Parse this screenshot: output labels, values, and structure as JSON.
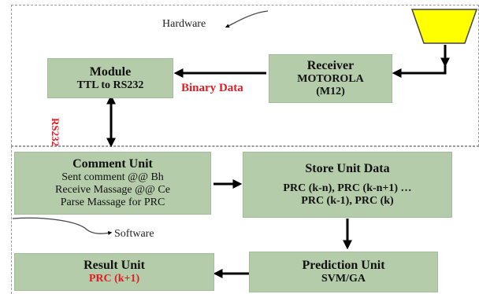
{
  "regions": {
    "hardware_label": "Hardware",
    "software_label": "Software"
  },
  "boxes": {
    "module": {
      "title": "Module",
      "line1": "TTL to RS232"
    },
    "receiver": {
      "title": "Receiver",
      "line1": "MOTOROLA",
      "line2": "(M12)"
    },
    "comment": {
      "title": "Comment Unit",
      "line1": "Sent comment @@ Bh",
      "line2": "Receive Massage @@ Ce",
      "line3": "Parse Massage for PRC"
    },
    "store": {
      "title": "Store Unit Data",
      "line1": "PRC (k-n), PRC (k-n+1) …",
      "line2": "PRC (k-1), PRC (k)"
    },
    "prediction": {
      "title": "Prediction Unit",
      "line1": "SVM/GA"
    },
    "result": {
      "title": "Result Unit",
      "line1": "PRC (k+1)"
    }
  },
  "edges": {
    "binary_data_label": "Binary Data",
    "rs232_label": "RS232"
  },
  "colors": {
    "box_fill": "#b5ccaa",
    "antenna_fill": "#ffff00",
    "highlight_text": "#e31b23"
  }
}
